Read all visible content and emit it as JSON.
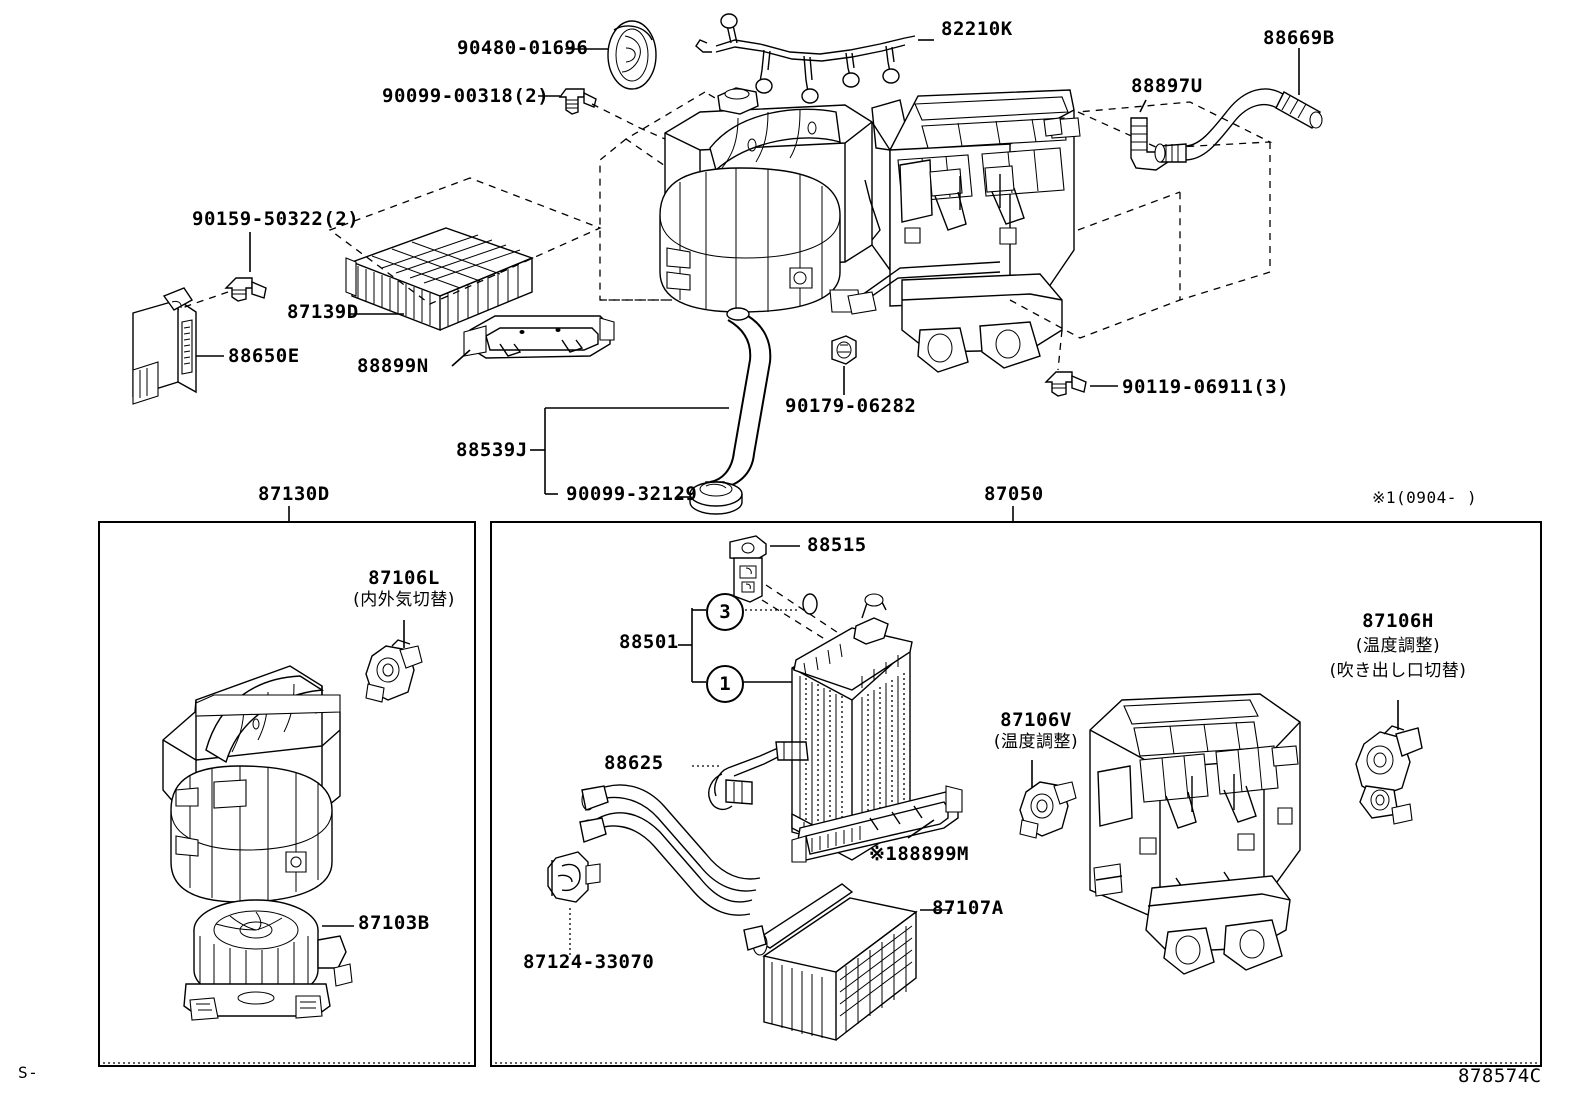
{
  "sheet": {
    "drawing_number": "878574C",
    "bottom_left_mark": "S-",
    "note_top_right": "※1(0904-    )"
  },
  "callouts": {
    "harness_82210K": "82210K",
    "grommet_90480": "90480-01696",
    "screw_90099_00318": "90099-00318(2)",
    "hose_88669B": "88669B",
    "valve_88897U": "88897U",
    "bolt_90159": "90159-50322(2)",
    "amplifier_88650E": "88650E",
    "filter_87139D": "87139D",
    "seal_88899N": "88899N",
    "drain_88539J": "88539J",
    "clamp_90099_32129": "90099-32129",
    "nut_90179_06282": "90179-06282",
    "bolt_90119_06911": "90119-06911(3)"
  },
  "left_panel": {
    "title": "87130D",
    "actuator_code": "87106L",
    "actuator_note": "(内外気切替)",
    "blower_motor": "87103B"
  },
  "right_panel": {
    "title": "87050",
    "expansion_valve": "88515",
    "oring_set": "88501",
    "oring_item_3": "3",
    "oring_item_1": "1",
    "thermistor": "88625",
    "seal_88899M": "※188899M",
    "servo_v_code": "87106V",
    "servo_v_note": "(温度調整)",
    "servo_h_code": "87106H",
    "servo_h_note1": "(温度調整)",
    "servo_h_note2": "(吹き出し口切替)",
    "heater_core": "87107A",
    "clamp_87124": "87124-33070"
  }
}
